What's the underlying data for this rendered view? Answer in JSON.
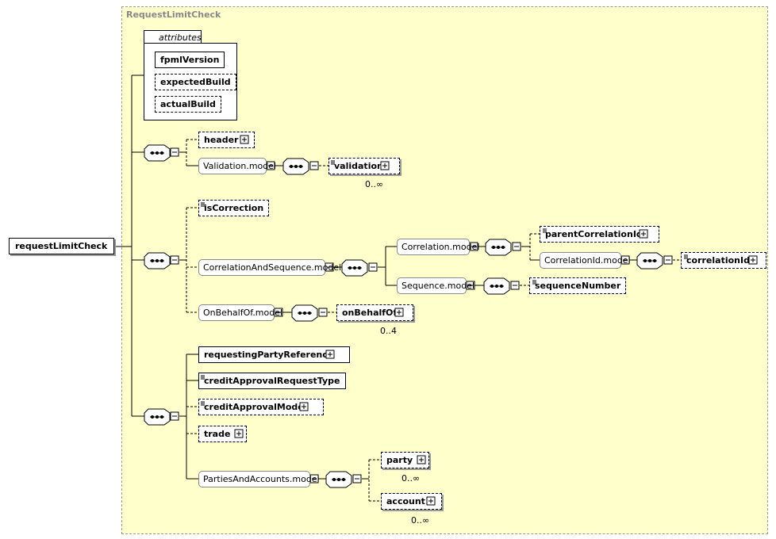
{
  "diagram": {
    "type_name": "RequestLimitCheck",
    "root": "requestLimitCheck",
    "attributes_label": "attributes",
    "attributes": [
      "fpmlVersion",
      "expectedBuild",
      "actualBuild"
    ],
    "seq1": {
      "header": "header",
      "validation_model": "Validation.model",
      "validation": "validation",
      "validation_card": "0..∞"
    },
    "seq2": {
      "isCorrection": "isCorrection",
      "corr_seq_model": "CorrelationAndSequence.model",
      "correlation_model": "Correlation.model",
      "parentCorrelationId": "parentCorrelationId",
      "correlationId_model": "CorrelationId.model",
      "correlationId": "correlationId",
      "sequence_model": "Sequence.model",
      "sequenceNumber": "sequenceNumber",
      "onBehalfOf_model": "OnBehalfOf.model",
      "onBehalfOf": "onBehalfOf",
      "onBehalfOf_card": "0..4"
    },
    "seq3": {
      "requestingPartyReference": "requestingPartyReference",
      "creditApprovalRequestType": "creditApprovalRequestType",
      "creditApprovalModel": "creditApprovalModel",
      "trade": "trade",
      "partiesAndAccounts_model": "PartiesAndAccounts.model",
      "party": "party",
      "party_card": "0..∞",
      "account": "account",
      "account_card": "0..∞"
    }
  },
  "colors": {
    "background": "#ffffcc",
    "border": "#000000",
    "type_title": "#888888"
  }
}
